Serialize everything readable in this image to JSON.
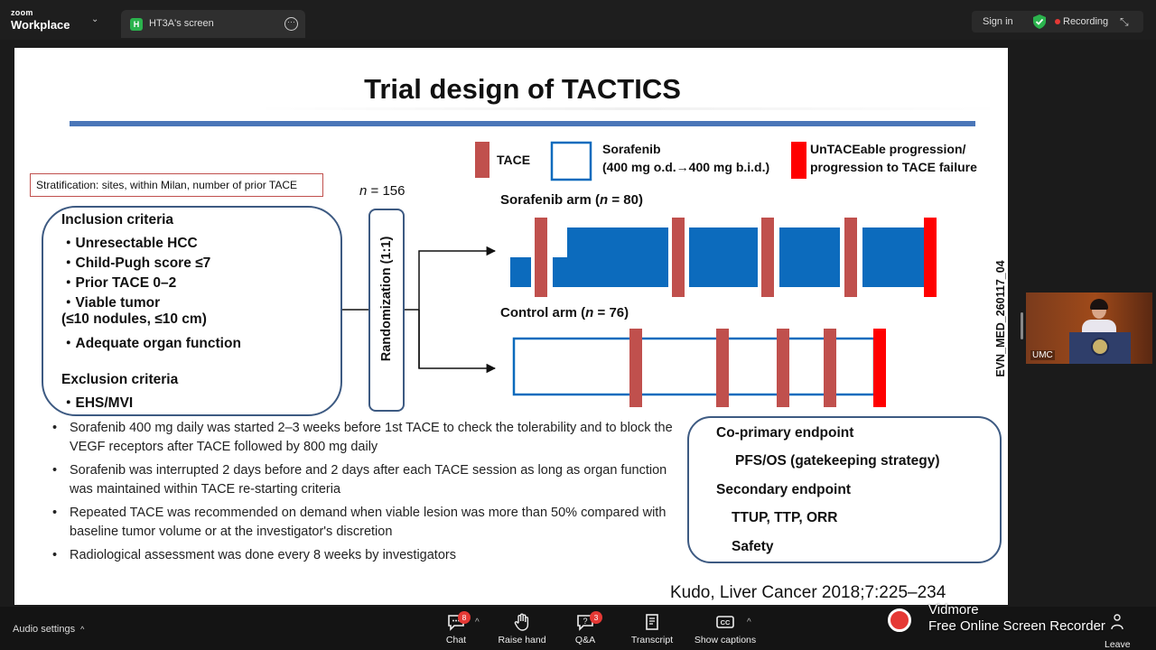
{
  "app": {
    "brand_top": "zoom",
    "brand_name": "Workplace"
  },
  "screen_tab": {
    "badge": "H",
    "title": "HT3A's screen"
  },
  "header_right": {
    "sign_in": "Sign in",
    "recording": "Recording"
  },
  "slide": {
    "title": "Trial design of TACTICS",
    "stratification": "Stratification: sites, within Milan, number of prior TACE",
    "n_total_prefix": "n",
    "n_total_suffix": " = 156",
    "inclusion": {
      "heading": "Inclusion criteria",
      "items": [
        "・Unresectable HCC",
        "・Child-Pugh score ≤7",
        "・Prior TACE 0–2",
        "・Viable tumor",
        "(≤10 nodules, ≤10 cm)",
        "・Adequate organ function"
      ]
    },
    "exclusion": {
      "heading": "Exclusion criteria",
      "items": [
        "・EHS/MVI"
      ]
    },
    "randomization": "Randomization (1:1)",
    "legend": {
      "tace": "TACE",
      "sorafenib_line1": "Sorafenib",
      "sorafenib_line2": "(400 mg o.d.→400 mg b.i.d.)",
      "progression_line1": "UnTACEable progression/",
      "progression_line2": "progression to TACE failure",
      "colors": {
        "tace": "#c0504d",
        "sorafenib": "#0c6bbd",
        "progression": "#ff0000"
      }
    },
    "sorafenib_arm": {
      "label_prefix": "Sorafenib arm (",
      "label_n": "n",
      "label_suffix": " = 80)"
    },
    "control_arm": {
      "label_prefix": "Control arm (",
      "label_n": "n",
      "label_suffix": " = 76)"
    },
    "bullets": [
      "Sorafenib 400 mg daily was started 2–3 weeks before 1st TACE to check the tolerability and to block the VEGF receptors after TACE followed by 800 mg daily",
      "Sorafenib was interrupted 2 days before and 2 days after each TACE session as long as organ function was maintained within TACE re-starting criteria",
      "Repeated TACE was recommended on demand when viable lesion was more than 50% compared with baseline tumor volume or at the investigator's discretion",
      "Radiological assessment was done every 8 weeks by investigators"
    ],
    "bullet_glyph": "•",
    "endpoints": {
      "primary_heading": "Co-primary endpoint",
      "primary_item": "PFS/OS (gatekeeping strategy)",
      "secondary_heading": "Secondary endpoint",
      "secondary_item1": "TTUP, TTP, ORR",
      "secondary_item2": "Safety"
    },
    "citation": "Kudo, Liver Cancer 2018;7:225–234",
    "side_code": "EVN_MED_260117_04"
  },
  "video_tile": {
    "name": "UMC"
  },
  "bottom": {
    "audio_settings": "Audio settings",
    "chat": {
      "label": "Chat",
      "badge": "8"
    },
    "raise_hand": {
      "label": "Raise hand"
    },
    "qa": {
      "label": "Q&A",
      "badge": "3"
    },
    "transcript": {
      "label": "Transcript"
    },
    "captions": {
      "label": "Show captions"
    },
    "leave": {
      "label": "Leave"
    }
  },
  "watermark": {
    "line1": "Vidmore",
    "line2": "Free Online Screen Recorder"
  }
}
